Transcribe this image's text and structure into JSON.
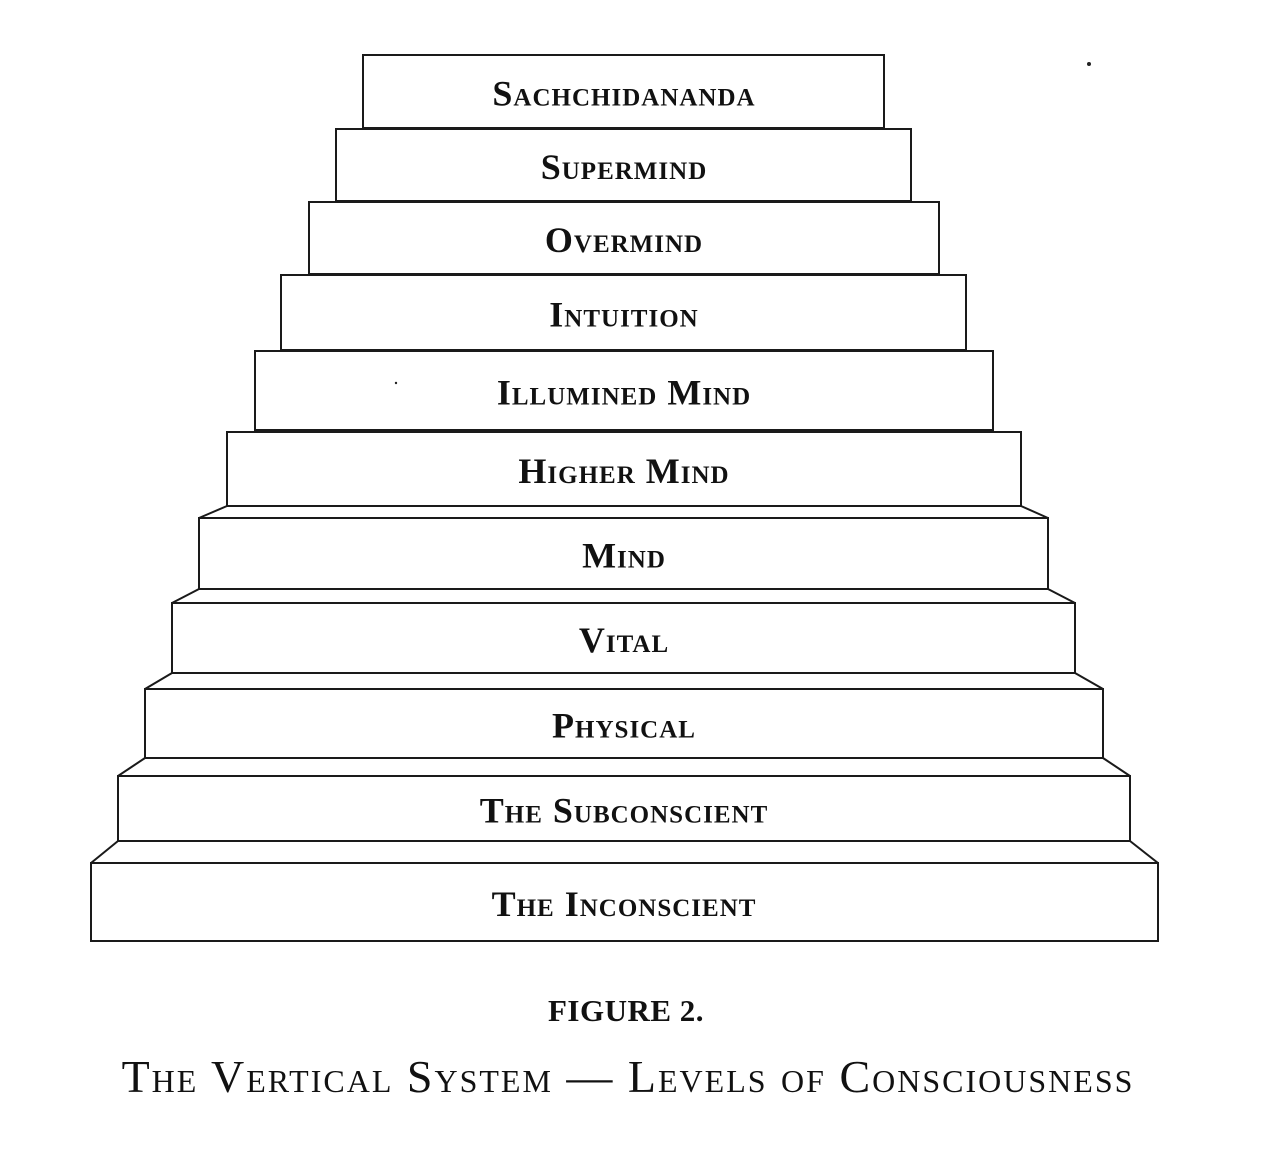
{
  "diagram": {
    "levels": [
      "Sachchidananda",
      "Supermind",
      "Overmind",
      "Intuition",
      "Illumined Mind",
      "Higher Mind",
      "Mind",
      "Vital",
      "Physical",
      "The Subconscient",
      "The Inconscient"
    ]
  },
  "caption": {
    "figure_label": "FIGURE 2.",
    "title": "The Vertical System — Levels of Consciousness"
  }
}
